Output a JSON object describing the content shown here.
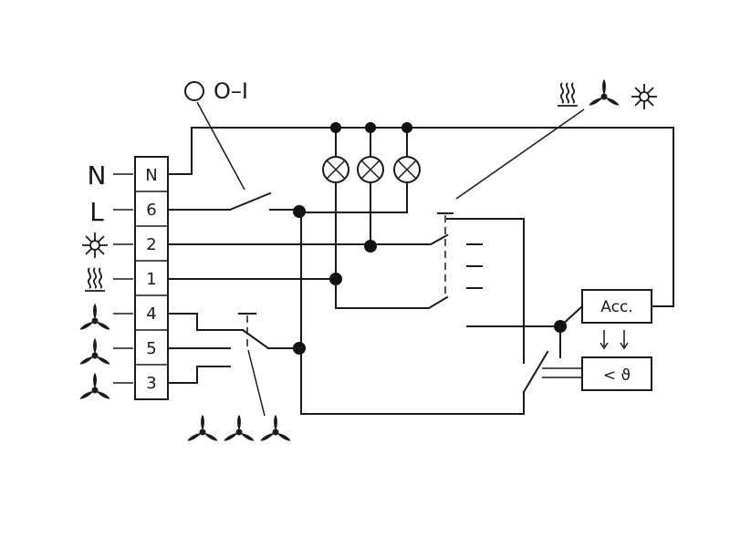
{
  "diagram": {
    "terminals": [
      "N",
      "6",
      "2",
      "1",
      "4",
      "5",
      "3"
    ],
    "side_labels": {
      "neutral": "N",
      "line": "L"
    },
    "switch_label": "O–I",
    "acc_box": "Acc.",
    "thermostat_box": "< ϑ",
    "icons": {
      "cool": "snowflake-icon",
      "heat": "heating-icon",
      "fan_low": "fan-low-icon",
      "fan_mid": "fan-mid-icon",
      "fan_high": "fan-high-icon",
      "lamp": "indicator-lamp-icon"
    }
  }
}
